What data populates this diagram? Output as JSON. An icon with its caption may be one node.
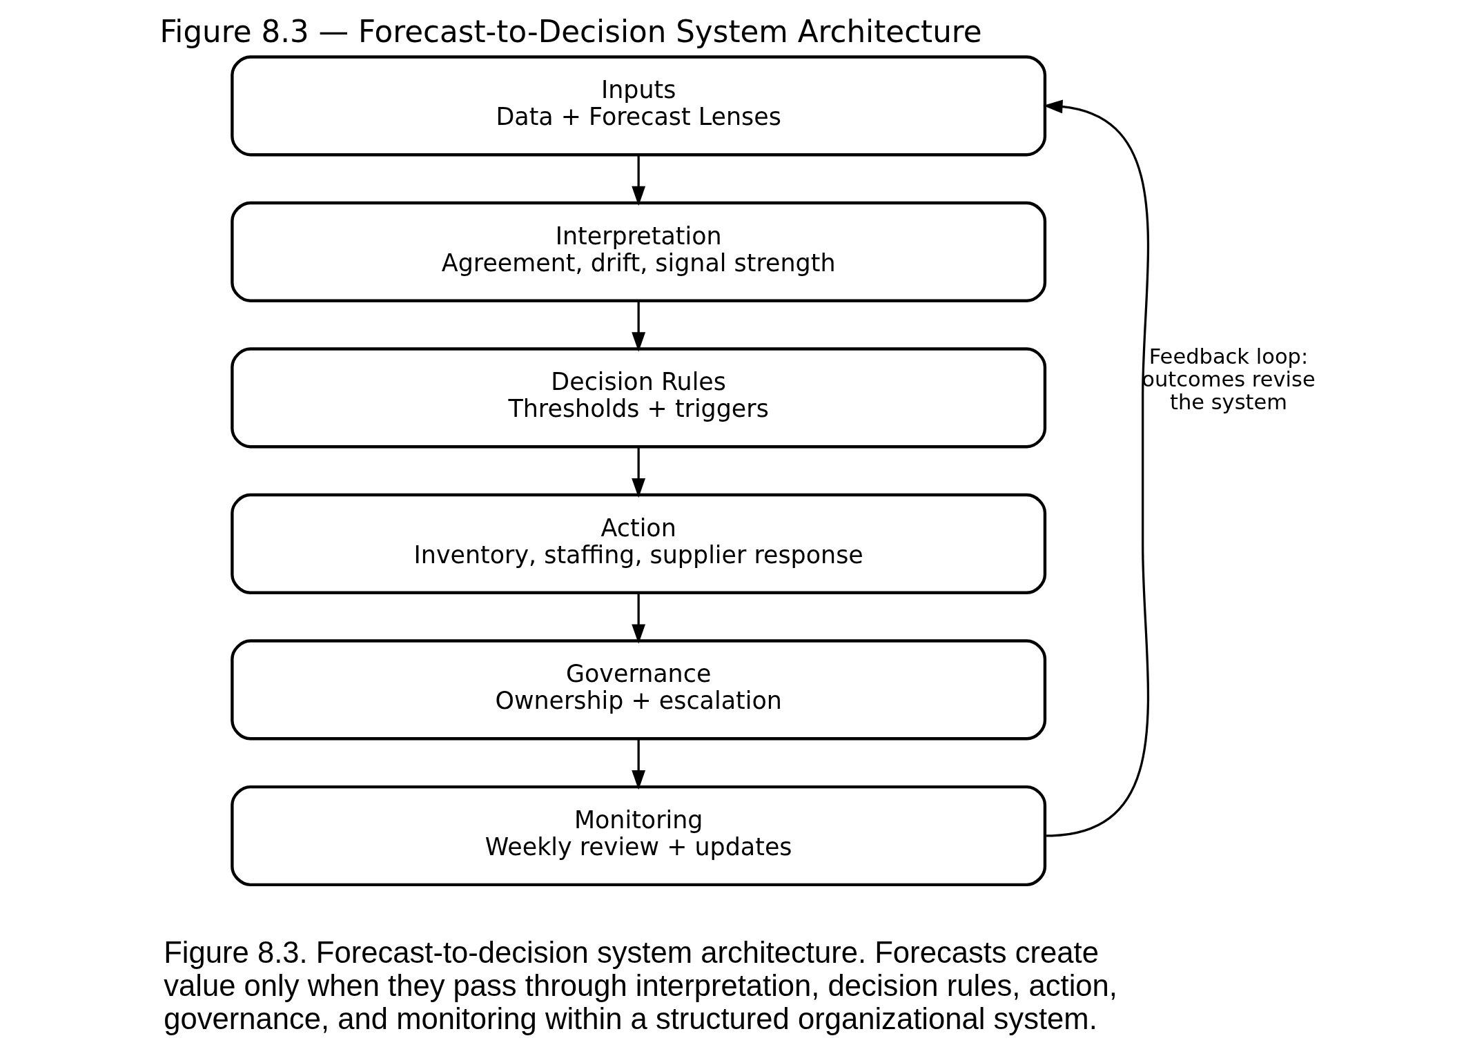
{
  "diagram": {
    "title": "Figure 8.3 — Forecast-to-Decision System Architecture",
    "caption": "Figure 8.3. Forecast-to-decision system architecture. Forecasts create value only when they pass through interpretation, decision rules, action, governance, and monitoring within a structured organizational system.",
    "nodes": [
      {
        "text": [
          "Inputs",
          "Data + Forecast Lenses"
        ]
      },
      {
        "text": [
          "Interpretation",
          "Agreement, drift, signal strength"
        ]
      },
      {
        "text": [
          "Decision Rules",
          "Thresholds + triggers"
        ]
      },
      {
        "text": [
          "Action",
          "Inventory, staffing, supplier response"
        ]
      },
      {
        "text": [
          "Governance",
          "Ownership + escalation"
        ]
      },
      {
        "text": [
          "Monitoring",
          "Weekly review + updates"
        ]
      }
    ],
    "edges": [
      {
        "from": 0,
        "to": 1,
        "arrow": "to"
      },
      {
        "from": 1,
        "to": 2,
        "arrow": "to"
      },
      {
        "from": 2,
        "to": 3,
        "arrow": "to"
      },
      {
        "from": 3,
        "to": 4,
        "arrow": "to"
      },
      {
        "from": 4,
        "to": 5,
        "arrow": "to"
      },
      {
        "from": 5,
        "to": 0,
        "arrow": "to",
        "label": "Feedback loop: outcomes revise the system"
      }
    ]
  }
}
